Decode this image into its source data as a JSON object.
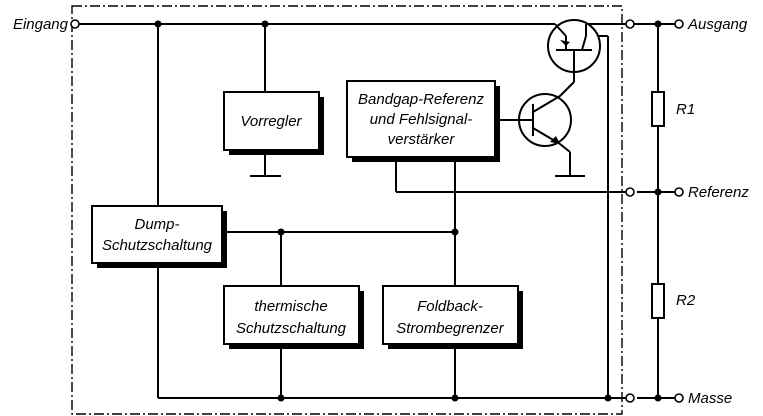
{
  "terminals": {
    "input": "Eingang",
    "output": "Ausgang",
    "reference": "Referenz",
    "ground": "Masse"
  },
  "blocks": {
    "preregulator": [
      "Vorregler"
    ],
    "bandgap": [
      "Bandgap-Referenz",
      "und Fehlsignal-",
      "verstärker"
    ],
    "dump_protection": [
      "Dump-",
      "Schutzschaltung"
    ],
    "thermal_protection": [
      "thermische",
      "Schutzschaltung"
    ],
    "foldback_limiter": [
      "Foldback-",
      "Strombegrenzer"
    ]
  },
  "resistors": {
    "r1": "R1",
    "r2": "R2"
  }
}
